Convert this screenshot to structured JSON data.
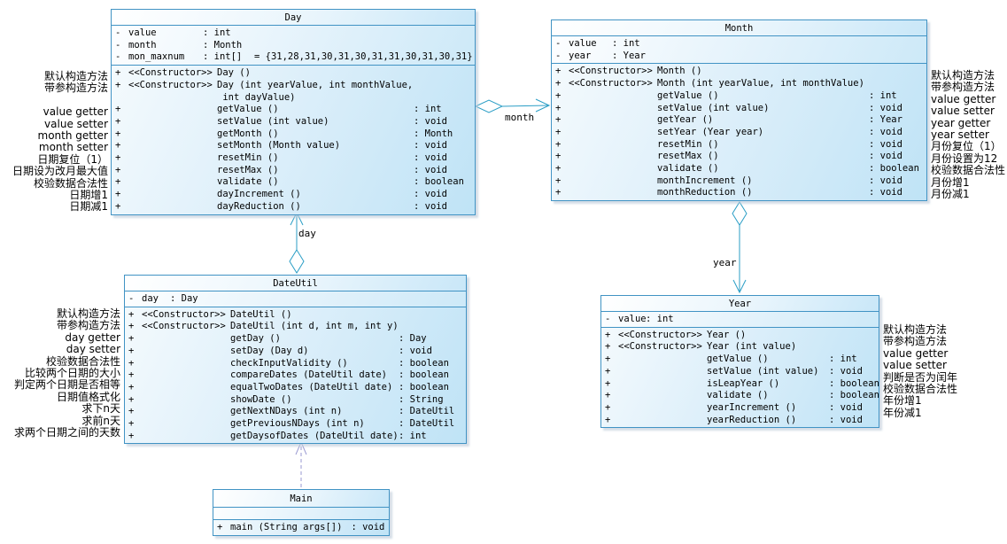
{
  "colors": {
    "box_border": "#4193c4",
    "box_fill": "#bfe3f6",
    "connector": "#2b9ec6",
    "dependency": "#9a9ad2",
    "text": "#000000"
  },
  "classes": {
    "day": {
      "title": "Day",
      "attributes": [
        {
          "vis": "-",
          "name": "value",
          "type": ": int",
          "value": ""
        },
        {
          "vis": "-",
          "name": "month",
          "type": ": Month",
          "value": ""
        },
        {
          "vis": "-",
          "name": "mon_maxnum",
          "type": ": int[]",
          "value": "= {31,28,31,30,31,30,31,31,30,31,30,31}"
        }
      ],
      "methods": [
        {
          "vis": "+",
          "stereotype": "<<Constructor>>",
          "name": "Day ()",
          "type": ""
        },
        {
          "vis": "+",
          "stereotype": "<<Constructor>>",
          "name": "Day (int yearValue, int monthValue,\n int dayValue)",
          "type": ""
        },
        {
          "vis": "+",
          "stereotype": "",
          "name": "getValue ()",
          "type": ": int"
        },
        {
          "vis": "+",
          "stereotype": "",
          "name": "setValue (int value)",
          "type": ": void"
        },
        {
          "vis": "+",
          "stereotype": "",
          "name": "getMonth ()",
          "type": ": Month"
        },
        {
          "vis": "+",
          "stereotype": "",
          "name": "setMonth (Month value)",
          "type": ": void"
        },
        {
          "vis": "+",
          "stereotype": "",
          "name": "resetMin ()",
          "type": ": void"
        },
        {
          "vis": "+",
          "stereotype": "",
          "name": "resetMax ()",
          "type": ": void"
        },
        {
          "vis": "+",
          "stereotype": "",
          "name": "validate ()",
          "type": ": boolean"
        },
        {
          "vis": "+",
          "stereotype": "",
          "name": "dayIncrement ()",
          "type": ": void"
        },
        {
          "vis": "+",
          "stereotype": "",
          "name": "dayReduction ()",
          "type": ": void"
        }
      ]
    },
    "month": {
      "title": "Month",
      "attributes": [
        {
          "vis": "-",
          "name": "value",
          "type": ": int",
          "value": ""
        },
        {
          "vis": "-",
          "name": "year",
          "type": ": Year",
          "value": ""
        }
      ],
      "methods": [
        {
          "vis": "+",
          "stereotype": "<<Constructor>>",
          "name": "Month ()",
          "type": ""
        },
        {
          "vis": "+",
          "stereotype": "<<Constructor>>",
          "name": "Month (int yearValue, int monthValue)",
          "type": ""
        },
        {
          "vis": "+",
          "stereotype": "",
          "name": "getValue ()",
          "type": ": int"
        },
        {
          "vis": "+",
          "stereotype": "",
          "name": "setValue (int value)",
          "type": ": void"
        },
        {
          "vis": "+",
          "stereotype": "",
          "name": "getYear ()",
          "type": ": Year"
        },
        {
          "vis": "+",
          "stereotype": "",
          "name": "setYear (Year year)",
          "type": ": void"
        },
        {
          "vis": "+",
          "stereotype": "",
          "name": "resetMin ()",
          "type": ": void"
        },
        {
          "vis": "+",
          "stereotype": "",
          "name": "resetMax ()",
          "type": ": void"
        },
        {
          "vis": "+",
          "stereotype": "",
          "name": "validate ()",
          "type": ": boolean"
        },
        {
          "vis": "+",
          "stereotype": "",
          "name": "monthIncrement ()",
          "type": ": void"
        },
        {
          "vis": "+",
          "stereotype": "",
          "name": "monthReduction ()",
          "type": ": void"
        }
      ]
    },
    "dateutil": {
      "title": "DateUtil",
      "attributes": [
        {
          "vis": "-",
          "name": "day",
          "type": ": Day",
          "value": ""
        }
      ],
      "methods": [
        {
          "vis": "+",
          "stereotype": "<<Constructor>>",
          "name": "DateUtil ()",
          "type": ""
        },
        {
          "vis": "+",
          "stereotype": "<<Constructor>>",
          "name": "DateUtil (int d, int m, int y)",
          "type": ""
        },
        {
          "vis": "+",
          "stereotype": "",
          "name": "getDay ()",
          "type": ": Day"
        },
        {
          "vis": "+",
          "stereotype": "",
          "name": "setDay (Day d)",
          "type": ": void"
        },
        {
          "vis": "+",
          "stereotype": "",
          "name": "checkInputValidity ()",
          "type": ": boolean"
        },
        {
          "vis": "+",
          "stereotype": "",
          "name": "compareDates (DateUtil date)",
          "type": ": boolean"
        },
        {
          "vis": "+",
          "stereotype": "",
          "name": "equalTwoDates (DateUtil date)",
          "type": ": boolean"
        },
        {
          "vis": "+",
          "stereotype": "",
          "name": "showDate ()",
          "type": ": String"
        },
        {
          "vis": "+",
          "stereotype": "",
          "name": "getNextNDays (int n)",
          "type": ": DateUtil"
        },
        {
          "vis": "+",
          "stereotype": "",
          "name": "getPreviousNDays (int n)",
          "type": ": DateUtil"
        },
        {
          "vis": "+",
          "stereotype": "",
          "name": "getDaysofDates (DateUtil date)",
          "type": ": int"
        }
      ]
    },
    "year": {
      "title": "Year",
      "attributes": [
        {
          "vis": "-",
          "name": "value",
          "type": ": int",
          "value": ""
        }
      ],
      "methods": [
        {
          "vis": "+",
          "stereotype": "<<Constructor>>",
          "name": "Year ()",
          "type": ""
        },
        {
          "vis": "+",
          "stereotype": "<<Constructor>>",
          "name": "Year (int value)",
          "type": ""
        },
        {
          "vis": "+",
          "stereotype": "",
          "name": "getValue ()",
          "type": ": int"
        },
        {
          "vis": "+",
          "stereotype": "",
          "name": "setValue (int value)",
          "type": ": void"
        },
        {
          "vis": "+",
          "stereotype": "",
          "name": "isLeapYear ()",
          "type": ": boolean"
        },
        {
          "vis": "+",
          "stereotype": "",
          "name": "validate ()",
          "type": ": boolean"
        },
        {
          "vis": "+",
          "stereotype": "",
          "name": "yearIncrement ()",
          "type": ": void"
        },
        {
          "vis": "+",
          "stereotype": "",
          "name": "yearReduction ()",
          "type": ": void"
        }
      ]
    },
    "main": {
      "title": "Main",
      "attributes": [],
      "methods": [
        {
          "vis": "+",
          "stereotype": "",
          "name": "main (String args[])",
          "type": ": void"
        }
      ]
    }
  },
  "annotations": {
    "day_left": [
      "默认构造方法",
      "带参构造方法",
      "",
      "value getter",
      "value setter",
      "month getter",
      "month setter",
      "日期复位（1）",
      "日期设为改月最大值",
      "校验数据合法性",
      "日期增1",
      "日期减1"
    ],
    "month_right": [
      "默认构造方法",
      "带参构造方法",
      "value getter",
      "value setter",
      "year getter",
      "year setter",
      "月份复位（1）",
      "月份设置为12",
      "校验数据合法性",
      "月份增1",
      "月份减1"
    ],
    "dateutil_left": [
      "默认构造方法",
      "带参构造方法",
      "day getter",
      "day setter",
      "校验数据合法性",
      "比较两个日期的大小",
      "判定两个日期是否相等",
      "日期值格式化",
      "求下n天",
      "求前n天",
      "求两个日期之间的天数"
    ],
    "year_right": [
      "默认构造方法",
      "带参构造方法",
      "value getter",
      "value setter",
      "判断是否为闰年",
      "校验数据合法性",
      "年份增1",
      "年份减1"
    ]
  },
  "connectors": {
    "month_label": "month",
    "day_label": "day",
    "year_label": "year"
  }
}
